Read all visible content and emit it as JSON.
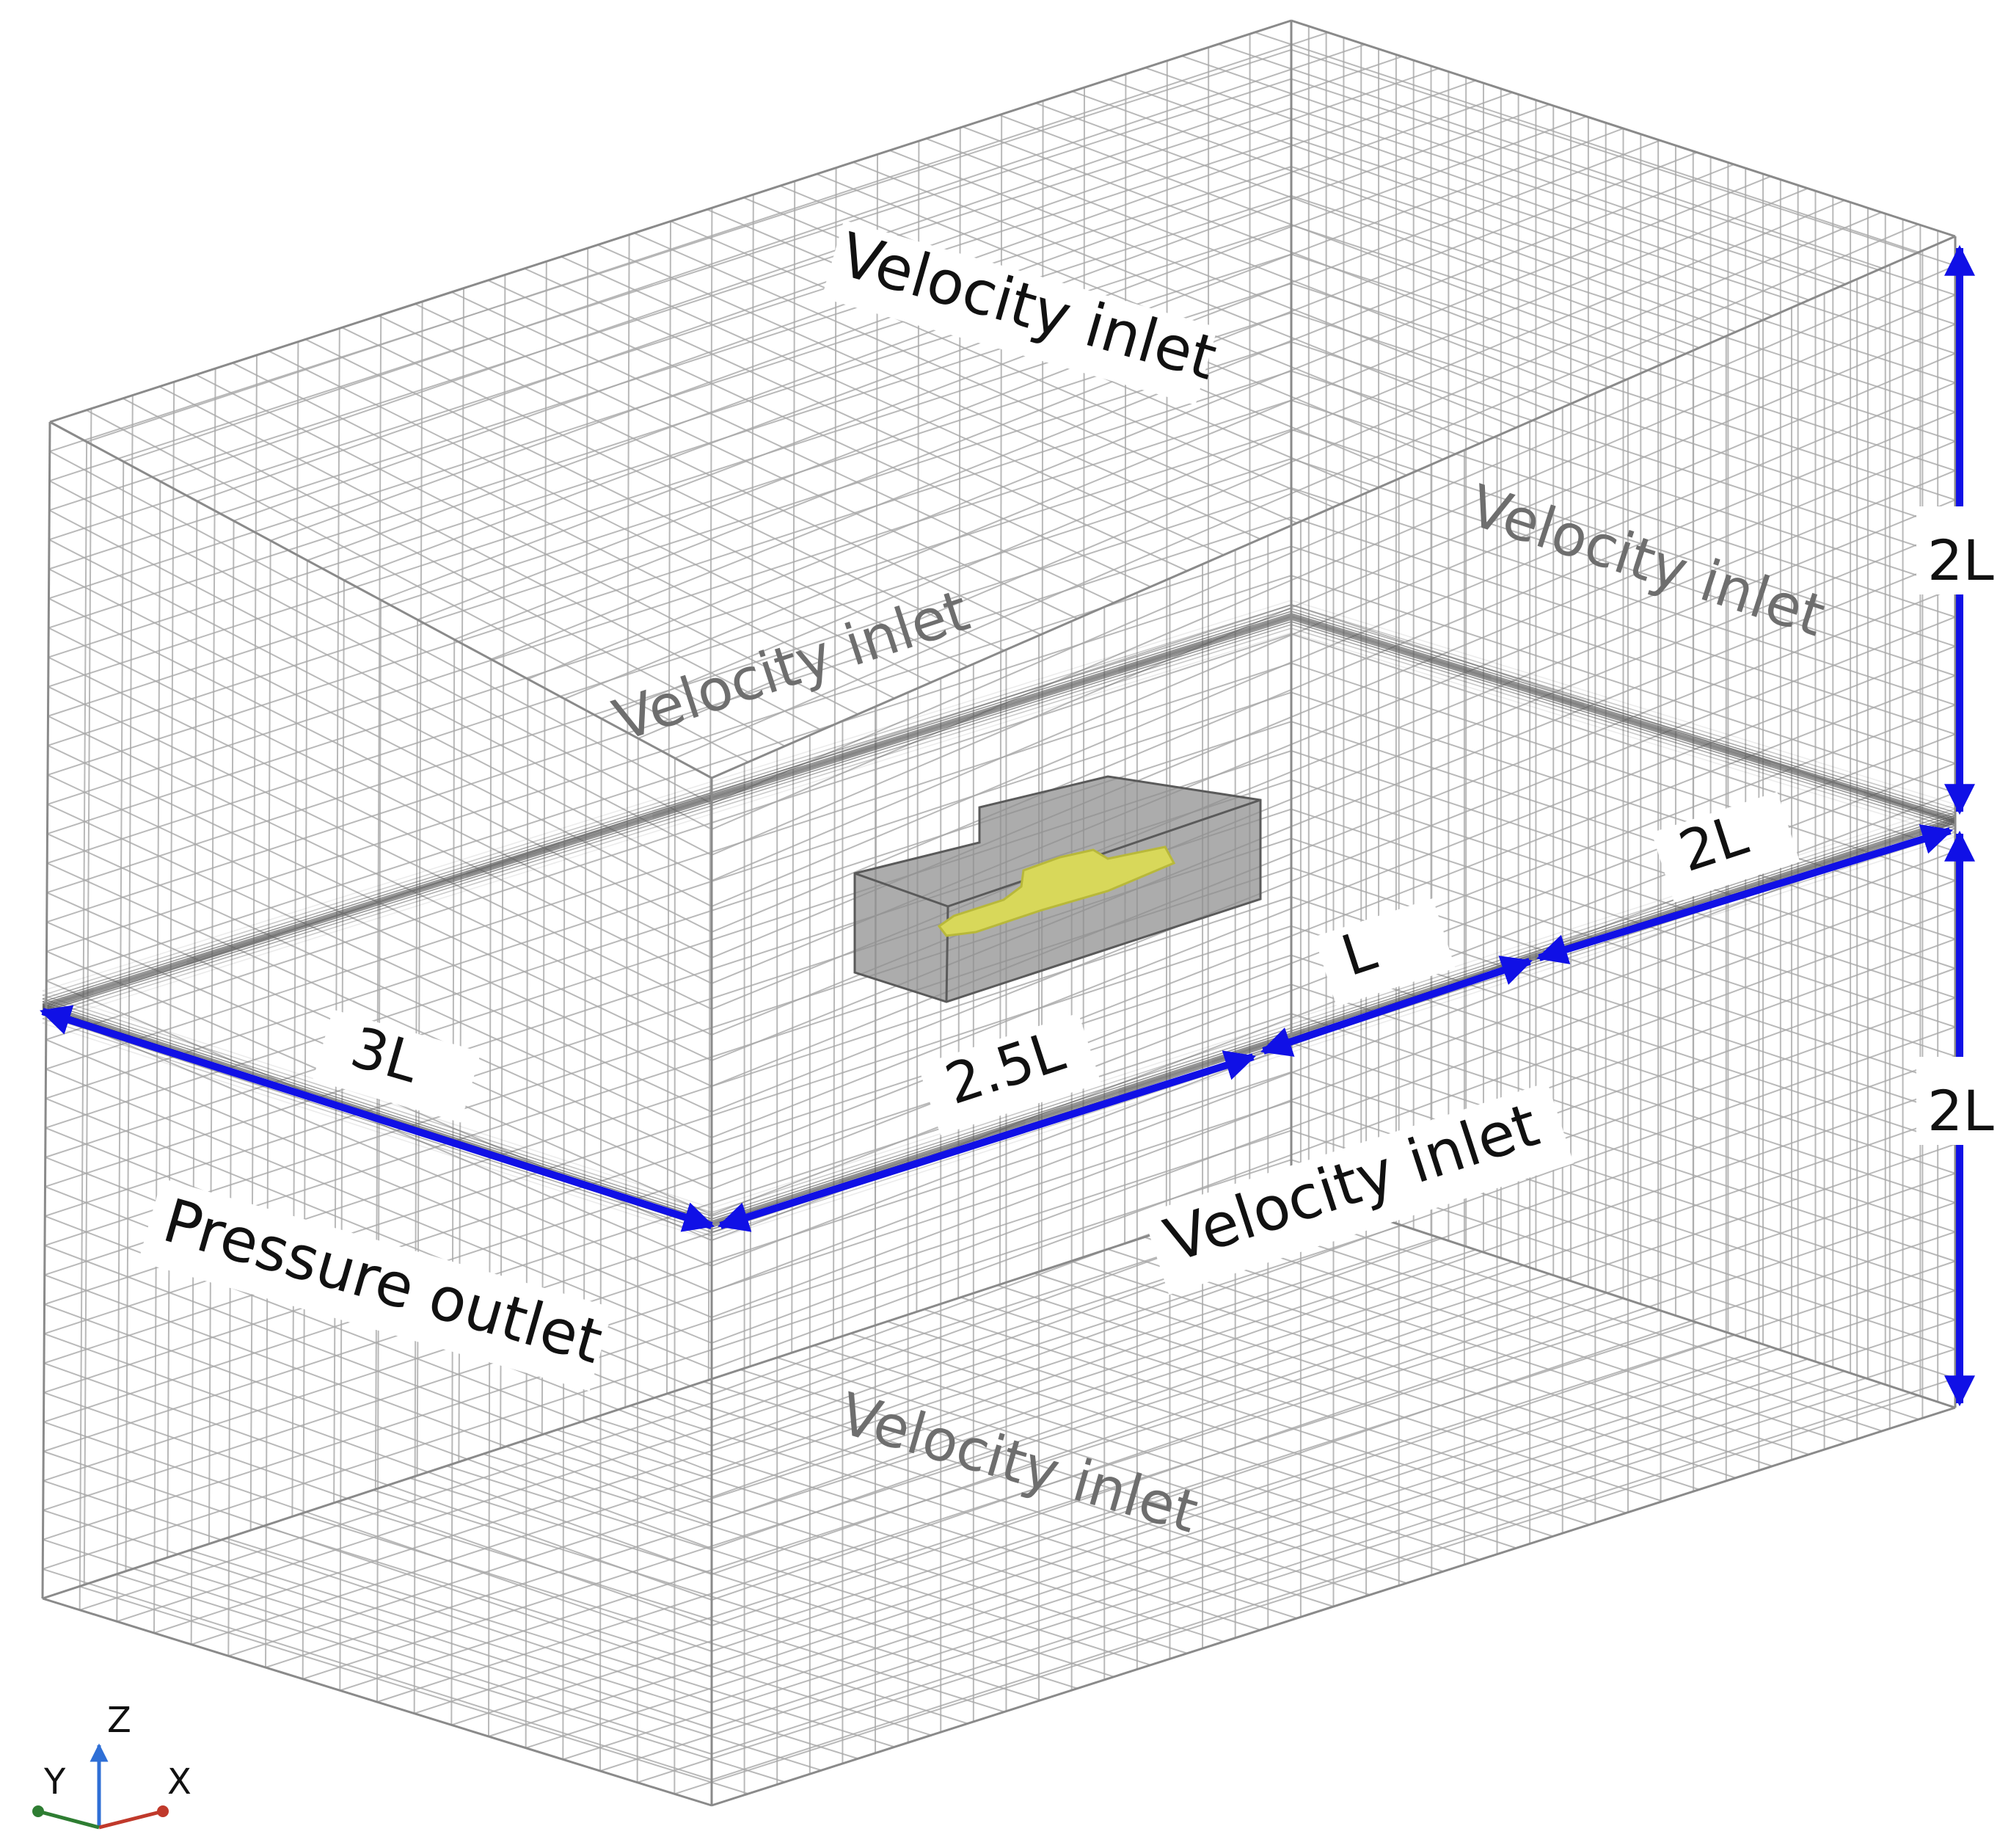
{
  "boundaries": {
    "top": "Velocity inlet",
    "front_top": "Velocity inlet",
    "right_top": "Velocity inlet",
    "front_bottom": "Velocity inlet",
    "bottom": "Velocity inlet",
    "outlet": "Pressure outlet"
  },
  "dimensions": {
    "downstream": "3L",
    "upstream_near": "2.5L",
    "body": "L",
    "upstream_far": "2L",
    "height_top": "2L",
    "height_bottom": "2L"
  },
  "axes": {
    "z": "Z",
    "y": "Y",
    "x": "X"
  },
  "colors": {
    "arrow": "#1010e6",
    "mesh": "#a8a8a8",
    "mesh_dense": "#555555",
    "refine_box": "#8c8c8c",
    "hull": "#d8d85a",
    "label_dark": "#111111",
    "label_gray": "#6e6e6e",
    "axis_z": "#2f6fd6",
    "axis_x": "#c0392b",
    "axis_y": "#2e7d32"
  }
}
